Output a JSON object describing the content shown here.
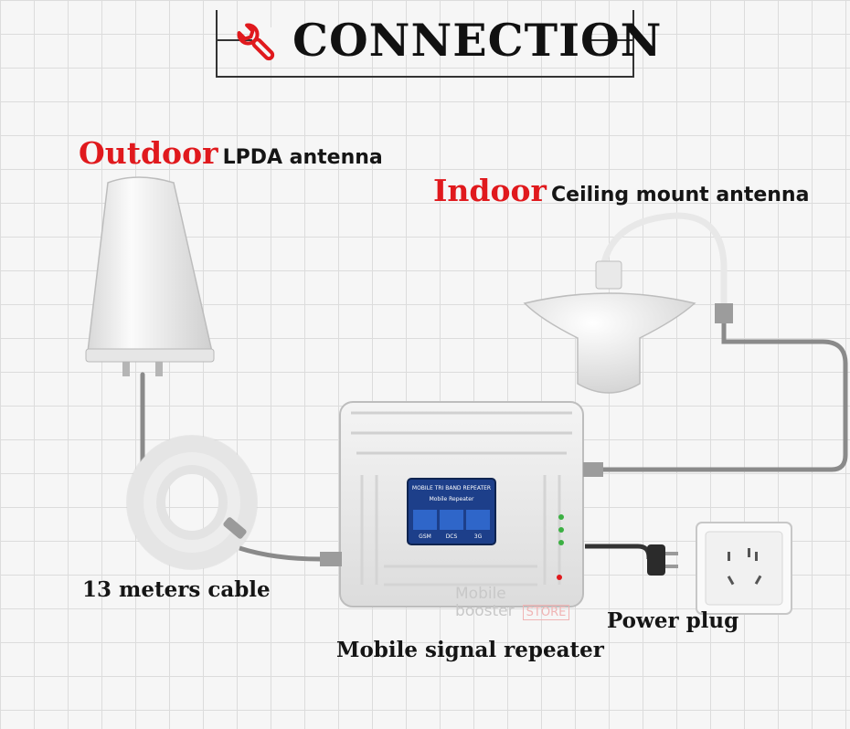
{
  "title": "CONNECTION",
  "outdoor": {
    "highlight": "Outdoor",
    "text": "LPDA antenna"
  },
  "indoor": {
    "highlight": "Indoor",
    "text": "Ceiling mount antenna"
  },
  "cable_label": "13 meters cable",
  "power_label": "Power plug",
  "repeater_label": "Mobile signal repeater",
  "repeater_screen": {
    "heading": "MOBILE TRI BAND REPEATER",
    "subheading": "Mobile Repeater",
    "bands": [
      "GSM",
      "DCS",
      "3G"
    ]
  },
  "watermark": {
    "line1": "Mobile",
    "line2": "booster",
    "store": "STORE"
  },
  "colors": {
    "accent": "#e0191d",
    "cable": "#8a8a8a",
    "screen": "#1d3f8a"
  }
}
